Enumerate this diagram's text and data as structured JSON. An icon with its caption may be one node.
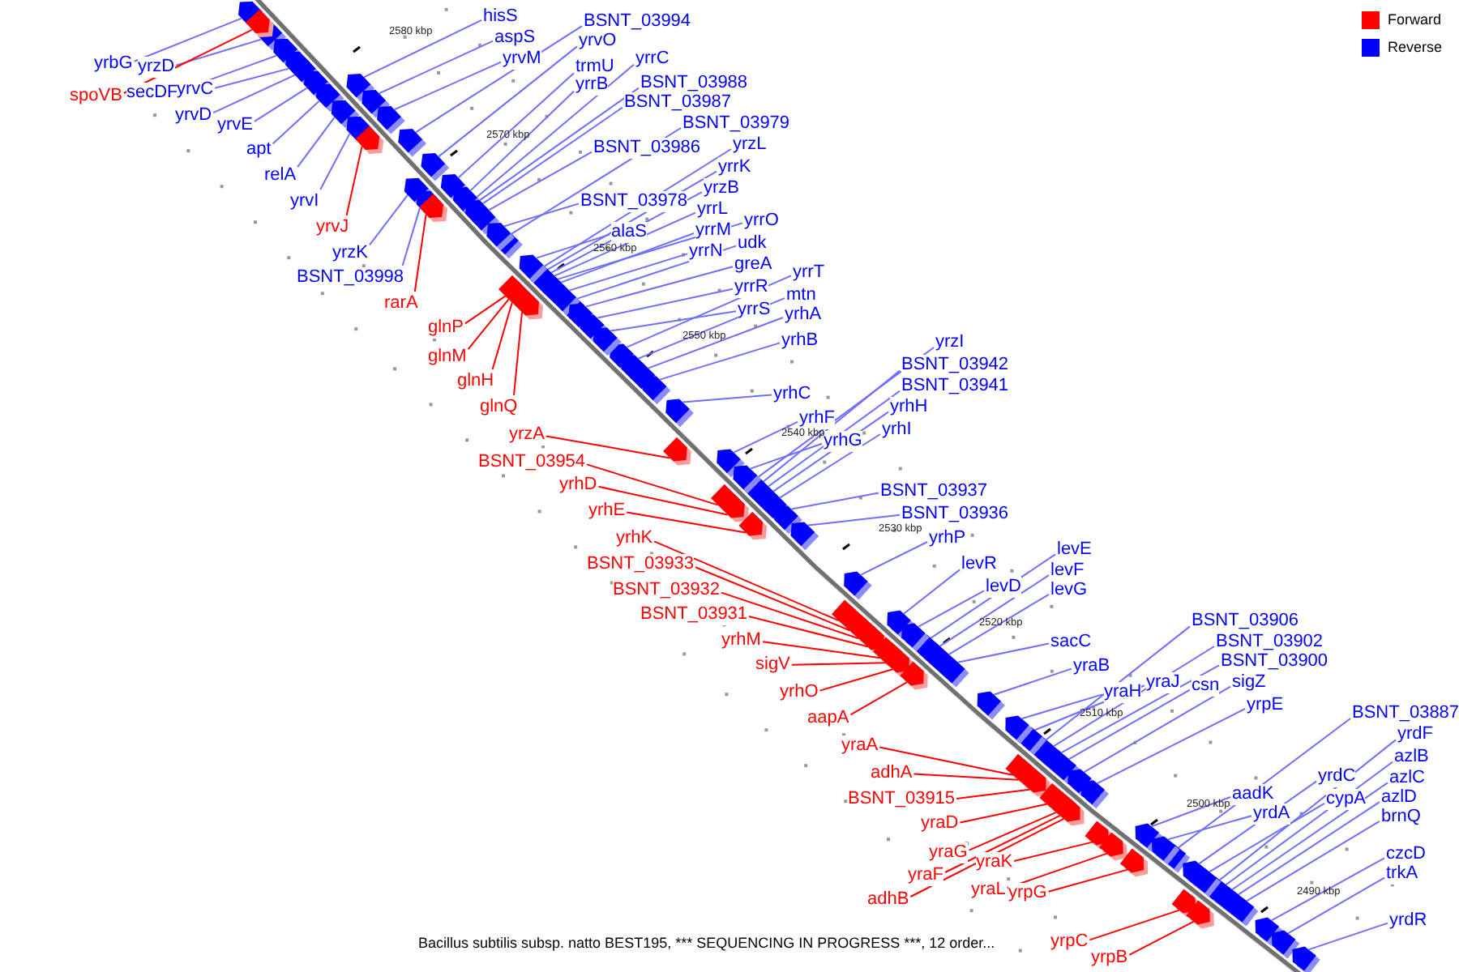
{
  "diagram": {
    "caption": "Bacillus subtilis subsp. natto BEST195, *** SEQUENCING IN PROGRESS ***, 12 order...",
    "nodes": [
      {
        "text": [
          "yrbG"
        ]
      },
      {
        "text": [
          "yrzD"
        ]
      },
      {
        "text": [
          "hisS"
        ]
      },
      {
        "text": [
          "BSNT_03994"
        ]
      },
      {
        "text": [
          "aspS"
        ]
      },
      {
        "text": [
          "yrvO"
        ]
      },
      {
        "text": [
          "yrvM"
        ]
      },
      {
        "text": [
          "yrrC"
        ]
      },
      {
        "text": [
          "trmU"
        ]
      },
      {
        "text": [
          "spoVB"
        ]
      },
      {
        "text": [
          "secDF"
        ]
      },
      {
        "text": [
          "yrvC"
        ]
      },
      {
        "text": [
          "BSNT_03988"
        ]
      },
      {
        "text": [
          "yrrB"
        ]
      },
      {
        "text": [
          "BSNT_03987"
        ]
      },
      {
        "text": [
          "yrvD"
        ]
      },
      {
        "text": [
          "BSNT_03979"
        ]
      },
      {
        "text": [
          "yrvE"
        ]
      },
      {
        "text": [
          "yrzL"
        ]
      },
      {
        "text": [
          "BSNT_03986"
        ]
      },
      {
        "text": [
          "apt"
        ]
      },
      {
        "text": [
          "yrrK"
        ]
      },
      {
        "text": [
          "relA"
        ]
      },
      {
        "text": [
          "yrzB"
        ]
      },
      {
        "text": [
          "BSNT_03978"
        ]
      },
      {
        "text": [
          "yrvI"
        ]
      },
      {
        "text": [
          "yrrL"
        ]
      },
      {
        "text": [
          "yrrO"
        ]
      },
      {
        "text": [
          "yrvJ"
        ]
      },
      {
        "text": [
          "yrrM"
        ]
      },
      {
        "text": [
          "alaS"
        ]
      },
      {
        "text": [
          "udk"
        ]
      },
      {
        "text": [
          "yrrN"
        ]
      },
      {
        "text": [
          "yrzK"
        ]
      },
      {
        "text": [
          "greA"
        ]
      },
      {
        "text": [
          "yrrT"
        ]
      },
      {
        "text": [
          "BSNT_03998"
        ]
      },
      {
        "text": [
          "yrrR"
        ]
      },
      {
        "text": [
          "mtn"
        ]
      },
      {
        "text": [
          "rarA"
        ]
      },
      {
        "text": [
          "yrrS"
        ]
      },
      {
        "text": [
          "yrhA"
        ]
      },
      {
        "text": [
          "glnP"
        ]
      },
      {
        "text": [
          "yrhB"
        ]
      },
      {
        "text": [
          "yrzI"
        ]
      },
      {
        "text": [
          "glnM"
        ]
      },
      {
        "text": [
          "BSNT_03942"
        ]
      },
      {
        "text": [
          "glnH"
        ]
      },
      {
        "text": [
          "BSNT_03941"
        ]
      },
      {
        "text": [
          "yrhC"
        ]
      },
      {
        "text": [
          "yrhH"
        ]
      },
      {
        "text": [
          "glnQ"
        ]
      },
      {
        "text": [
          "yrhF"
        ]
      },
      {
        "text": [
          "yrhI"
        ]
      },
      {
        "text": [
          "yrzA"
        ]
      },
      {
        "text": [
          "yrhG"
        ]
      },
      {
        "text": [
          "BSNT_03954"
        ]
      },
      {
        "text": [
          "yrhD"
        ]
      },
      {
        "text": [
          "BSNT_03937"
        ]
      },
      {
        "text": [
          "yrhE"
        ]
      },
      {
        "text": [
          "BSNT_03936"
        ]
      },
      {
        "text": [
          "yrhK"
        ]
      },
      {
        "text": [
          "yrhP"
        ]
      },
      {
        "text": [
          "levE"
        ]
      },
      {
        "text": [
          "BSNT_03933"
        ]
      },
      {
        "text": [
          "levR"
        ]
      },
      {
        "text": [
          "levF"
        ]
      },
      {
        "text": [
          "levD"
        ]
      },
      {
        "text": [
          "BSNT_03932"
        ]
      },
      {
        "text": [
          "levG"
        ]
      },
      {
        "text": [
          "BSNT_03931"
        ]
      },
      {
        "text": [
          "BSNT_03906"
        ]
      },
      {
        "text": [
          "yrhM"
        ]
      },
      {
        "text": [
          "sacC"
        ]
      },
      {
        "text": [
          "BSNT_03902"
        ]
      },
      {
        "text": [
          "BSNT_03900"
        ]
      },
      {
        "text": [
          "sigV"
        ]
      },
      {
        "text": [
          "yraB"
        ]
      },
      {
        "text": [
          "csn"
        ]
      },
      {
        "text": [
          "yraJ"
        ]
      },
      {
        "text": [
          "sigZ"
        ]
      },
      {
        "text": [
          "yraH"
        ]
      },
      {
        "text": [
          "yrhO"
        ]
      },
      {
        "text": [
          "yrpE"
        ]
      },
      {
        "text": [
          "BSNT_03887"
        ]
      },
      {
        "text": [
          "aapA"
        ]
      },
      {
        "text": [
          "yrdF"
        ]
      },
      {
        "text": [
          "yraA"
        ]
      },
      {
        "text": [
          "azlB"
        ]
      },
      {
        "text": [
          "adhA"
        ]
      },
      {
        "text": [
          "yrdC"
        ]
      },
      {
        "text": [
          "azlC"
        ]
      },
      {
        "text": [
          "aadK"
        ]
      },
      {
        "text": [
          "BSNT_03915"
        ]
      },
      {
        "text": [
          "cypA"
        ]
      },
      {
        "text": [
          "azlD"
        ]
      },
      {
        "text": [
          "yrdA"
        ]
      },
      {
        "text": [
          "brnQ"
        ]
      },
      {
        "text": [
          "yraD"
        ]
      },
      {
        "text": [
          "yraG"
        ]
      },
      {
        "text": [
          "czcD"
        ]
      },
      {
        "text": [
          "yraK"
        ]
      },
      {
        "text": [
          "trkA"
        ]
      },
      {
        "text": [
          "yraF"
        ]
      },
      {
        "text": [
          "yraL"
        ]
      },
      {
        "text": [
          "yrpG"
        ]
      },
      {
        "text": [
          "adhB"
        ]
      },
      {
        "text": [
          "yrdR"
        ]
      },
      {
        "text": [
          "yrpC"
        ]
      },
      {
        "text": [
          "yrpB"
        ]
      },
      {
        "text": [],
        "shape": "arrow"
      },
      {
        "text": [],
        "shape": "arrow"
      },
      {
        "text": [],
        "shape": "arrow"
      },
      {
        "text": [],
        "shape": "arrow"
      },
      {
        "text": [],
        "shape": "arrow"
      },
      {
        "text": [],
        "shape": "arrow"
      },
      {
        "text": [],
        "shape": "arrow"
      },
      {
        "text": [],
        "shape": "arrow"
      },
      {
        "text": [],
        "shape": "arrow"
      },
      {
        "text": [],
        "shape": "arrow"
      },
      {
        "text": [],
        "shape": "arrow"
      },
      {
        "text": [],
        "shape": "arrow"
      },
      {
        "text": [],
        "shape": "arrow"
      },
      {
        "text": [],
        "shape": "arrow"
      },
      {
        "text": [],
        "shape": "arrow"
      },
      {
        "text": [],
        "shape": "arrow"
      },
      {
        "text": [],
        "shape": "arrow"
      },
      {
        "text": [],
        "shape": "arrow"
      },
      {
        "text": [],
        "shape": "arrow"
      },
      {
        "text": [],
        "shape": "arrow"
      },
      {
        "text": [],
        "shape": "arrow"
      },
      {
        "text": [],
        "shape": "arrow"
      },
      {
        "text": [],
        "shape": "arrow"
      },
      {
        "text": [],
        "shape": "arrow"
      },
      {
        "text": [],
        "shape": "arrow"
      },
      {
        "text": [],
        "shape": "arrow"
      },
      {
        "text": [],
        "shape": "arrow"
      },
      {
        "text": [],
        "shape": "arrow"
      },
      {
        "text": [],
        "shape": "arrow"
      },
      {
        "text": [],
        "shape": "arrow"
      },
      {
        "text": [],
        "shape": "arrow"
      },
      {
        "text": [],
        "shape": "arrow"
      },
      {
        "text": [],
        "shape": "arrow"
      },
      {
        "text": [],
        "shape": "arrow"
      },
      {
        "text": [],
        "shape": "arrow"
      },
      {
        "text": [],
        "shape": "arrow"
      },
      {
        "text": [],
        "shape": "arrow"
      },
      {
        "text": [],
        "shape": "arrow"
      },
      {
        "text": [],
        "shape": "arrow"
      },
      {
        "text": [],
        "shape": "arrow"
      },
      {
        "text": [],
        "shape": "arrow"
      },
      {
        "text": [],
        "shape": "arrow"
      },
      {
        "text": [],
        "shape": "arrow"
      },
      {
        "text": [],
        "shape": "arrow"
      },
      {
        "text": [],
        "shape": "arrow"
      },
      {
        "text": [],
        "shape": "arrow"
      },
      {
        "text": [],
        "shape": "arrow"
      },
      {
        "text": [],
        "shape": "arrow"
      },
      {
        "text": [],
        "shape": "arrow"
      },
      {
        "text": [],
        "shape": "arrow"
      },
      {
        "text": [],
        "shape": "arrow"
      },
      {
        "text": [],
        "shape": "arrow"
      },
      {
        "text": [],
        "shape": "arrow"
      },
      {
        "text": [],
        "shape": "arrow"
      },
      {
        "text": [],
        "shape": "arrow"
      },
      {
        "text": [],
        "shape": "arrow"
      },
      {
        "text": [],
        "shape": "arrow"
      },
      {
        "text": [],
        "shape": "arrow"
      },
      {
        "text": [],
        "shape": "arrow"
      },
      {
        "text": [],
        "shape": "arrow"
      },
      {
        "text": [],
        "shape": "arrow"
      },
      {
        "text": [],
        "shape": "arrow"
      },
      {
        "text": [],
        "shape": "arrow"
      },
      {
        "text": [],
        "shape": "arrow"
      },
      {
        "text": [],
        "shape": "arrow"
      },
      {
        "text": [],
        "shape": "arrow"
      },
      {
        "text": [],
        "shape": "arrow"
      },
      {
        "text": [],
        "shape": "arrow"
      },
      {
        "text": [],
        "shape": "arrow"
      },
      {
        "text": [],
        "shape": "arrow"
      },
      {
        "text": [],
        "shape": "arrow"
      },
      {
        "text": [],
        "shape": "arrow"
      },
      {
        "text": [],
        "shape": "arrow"
      },
      {
        "text": [],
        "shape": "arrow"
      },
      {
        "text": [],
        "shape": "arrow"
      },
      {
        "text": [],
        "shape": "arrow"
      },
      {
        "text": [],
        "shape": "arrow"
      },
      {
        "text": [],
        "shape": "arrow"
      },
      {
        "text": [],
        "shape": "arrow"
      },
      {
        "text": [],
        "shape": "arrow"
      },
      {
        "text": [],
        "shape": "arrow"
      },
      {
        "text": [],
        "shape": "arrow"
      },
      {
        "text": [],
        "shape": "arrow"
      },
      {
        "text": [],
        "shape": "arrow"
      },
      {
        "text": [],
        "shape": "arrow"
      },
      {
        "text": [],
        "shape": "arrow"
      },
      {
        "text": [],
        "shape": "arrow"
      },
      {
        "text": [],
        "shape": "arrow"
      },
      {
        "text": [],
        "shape": "arrow"
      },
      {
        "text": [],
        "shape": "arrow"
      },
      {
        "text": [],
        "shape": "arrow"
      },
      {
        "text": [],
        "shape": "arrow"
      },
      {
        "text": [],
        "shape": "arrow"
      },
      {
        "text": [],
        "shape": "arrow"
      },
      {
        "text": [],
        "shape": "arrow"
      },
      {
        "text": [],
        "shape": "arrow"
      },
      {
        "text": [],
        "shape": "arrow"
      },
      {
        "text": [],
        "shape": "arrow"
      },
      {
        "text": [],
        "shape": "arrow"
      },
      {
        "text": [],
        "shape": "arrow"
      },
      {
        "text": [],
        "shape": "arrow"
      },
      {
        "text": [],
        "shape": "arrow"
      },
      {
        "text": [],
        "shape": "arrow"
      },
      {
        "text": [],
        "shape": "arrow"
      },
      {
        "text": [],
        "shape": "arrow"
      },
      {
        "text": [],
        "shape": "arrow"
      },
      {
        "text": [],
        "shape": "arrow"
      },
      {
        "text": [],
        "shape": "arrow"
      },
      {
        "text": [],
        "shape": "arrow"
      },
      {
        "text": [],
        "shape": "arrow"
      }
    ],
    "edges": [
      {
        "from": 0,
        "to": 110,
        "arrow": "none"
      },
      {
        "from": 1,
        "to": 111,
        "arrow": "none"
      },
      {
        "from": 2,
        "to": 112,
        "arrow": "none"
      },
      {
        "from": 3,
        "to": 113,
        "arrow": "none"
      },
      {
        "from": 4,
        "to": 114,
        "arrow": "none"
      },
      {
        "from": 5,
        "to": 115,
        "arrow": "none"
      },
      {
        "from": 6,
        "to": 116,
        "arrow": "none"
      },
      {
        "from": 7,
        "to": 117,
        "arrow": "none"
      },
      {
        "from": 8,
        "to": 118,
        "arrow": "none"
      },
      {
        "from": 9,
        "to": 119,
        "arrow": "none",
        "color": "#ff0000"
      },
      {
        "from": 10,
        "to": 120,
        "arrow": "none"
      },
      {
        "from": 11,
        "to": 121,
        "arrow": "none"
      },
      {
        "from": 12,
        "to": 122,
        "arrow": "none"
      },
      {
        "from": 13,
        "to": 123,
        "arrow": "none"
      },
      {
        "from": 14,
        "to": 124,
        "arrow": "none"
      },
      {
        "from": 15,
        "to": 125,
        "arrow": "none"
      },
      {
        "from": 16,
        "to": 126,
        "arrow": "none"
      },
      {
        "from": 17,
        "to": 127,
        "arrow": "none"
      },
      {
        "from": 18,
        "to": 128,
        "arrow": "none"
      },
      {
        "from": 19,
        "to": 129,
        "arrow": "none"
      },
      {
        "from": 20,
        "to": 130,
        "arrow": "none"
      },
      {
        "from": 21,
        "to": 131,
        "arrow": "none"
      },
      {
        "from": 22,
        "to": 132,
        "arrow": "none"
      },
      {
        "from": 23,
        "to": 133,
        "arrow": "none"
      },
      {
        "from": 24,
        "to": 134,
        "arrow": "none"
      },
      {
        "from": 25,
        "to": 135,
        "arrow": "none"
      },
      {
        "from": 26,
        "to": 136,
        "arrow": "none"
      },
      {
        "from": 27,
        "to": 137,
        "arrow": "none"
      },
      {
        "from": 28,
        "to": 138,
        "arrow": "none",
        "color": "#ff0000"
      },
      {
        "from": 29,
        "to": 139,
        "arrow": "none"
      },
      {
        "from": 30,
        "to": 140,
        "arrow": "none"
      },
      {
        "from": 31,
        "to": 141,
        "arrow": "none"
      },
      {
        "from": 32,
        "to": 142,
        "arrow": "none"
      },
      {
        "from": 33,
        "to": 143,
        "arrow": "none"
      },
      {
        "from": 34,
        "to": 144,
        "arrow": "none"
      },
      {
        "from": 35,
        "to": 145,
        "arrow": "none"
      },
      {
        "from": 36,
        "to": 146,
        "arrow": "none"
      },
      {
        "from": 37,
        "to": 147,
        "arrow": "none"
      },
      {
        "from": 38,
        "to": 148,
        "arrow": "none"
      },
      {
        "from": 39,
        "to": 149,
        "arrow": "none",
        "color": "#ff0000"
      },
      {
        "from": 40,
        "to": 150,
        "arrow": "none"
      },
      {
        "from": 41,
        "to": 151,
        "arrow": "none"
      },
      {
        "from": 42,
        "to": 152,
        "arrow": "none",
        "color": "#ff0000"
      },
      {
        "from": 43,
        "to": 153,
        "arrow": "none"
      },
      {
        "from": 44,
        "to": 154,
        "arrow": "none"
      },
      {
        "from": 45,
        "to": 155,
        "arrow": "none",
        "color": "#ff0000"
      },
      {
        "from": 46,
        "to": 156,
        "arrow": "none"
      },
      {
        "from": 47,
        "to": 157,
        "arrow": "none",
        "color": "#ff0000"
      },
      {
        "from": 48,
        "to": 158,
        "arrow": "none"
      },
      {
        "from": 49,
        "to": 159,
        "arrow": "none"
      },
      {
        "from": 50,
        "to": 160,
        "arrow": "none"
      },
      {
        "from": 51,
        "to": 161,
        "arrow": "none",
        "color": "#ff0000"
      },
      {
        "from": 52,
        "to": 162,
        "arrow": "none"
      },
      {
        "from": 53,
        "to": 163,
        "arrow": "none"
      },
      {
        "from": 54,
        "to": 164,
        "arrow": "none",
        "color": "#ff0000"
      },
      {
        "from": 55,
        "to": 165,
        "arrow": "none"
      },
      {
        "from": 56,
        "to": 166,
        "arrow": "none",
        "color": "#ff0000"
      },
      {
        "from": 57,
        "to": 167,
        "arrow": "none",
        "color": "#ff0000"
      },
      {
        "from": 58,
        "to": 168,
        "arrow": "none"
      },
      {
        "from": 59,
        "to": 169,
        "arrow": "none",
        "color": "#ff0000"
      },
      {
        "from": 60,
        "to": 170,
        "arrow": "none"
      },
      {
        "from": 61,
        "to": 171,
        "arrow": "none",
        "color": "#ff0000"
      },
      {
        "from": 62,
        "to": 172,
        "arrow": "none"
      },
      {
        "from": 63,
        "to": 173,
        "arrow": "none"
      },
      {
        "from": 64,
        "to": 174,
        "arrow": "none",
        "color": "#ff0000"
      },
      {
        "from": 65,
        "to": 175,
        "arrow": "none"
      },
      {
        "from": 66,
        "to": 176,
        "arrow": "none"
      },
      {
        "from": 67,
        "to": 177,
        "arrow": "none"
      },
      {
        "from": 68,
        "to": 178,
        "arrow": "none",
        "color": "#ff0000"
      },
      {
        "from": 69,
        "to": 179,
        "arrow": "none"
      },
      {
        "from": 70,
        "to": 180,
        "arrow": "none",
        "color": "#ff0000"
      },
      {
        "from": 71,
        "to": 181,
        "arrow": "none"
      },
      {
        "from": 72,
        "to": 182,
        "arrow": "none",
        "color": "#ff0000"
      },
      {
        "from": 73,
        "to": 183,
        "arrow": "none"
      },
      {
        "from": 74,
        "to": 184,
        "arrow": "none"
      },
      {
        "from": 75,
        "to": 185,
        "arrow": "none"
      },
      {
        "from": 76,
        "to": 186,
        "arrow": "none",
        "color": "#ff0000"
      },
      {
        "from": 77,
        "to": 187,
        "arrow": "none"
      },
      {
        "from": 78,
        "to": 188,
        "arrow": "none"
      },
      {
        "from": 79,
        "to": 189,
        "arrow": "none"
      },
      {
        "from": 80,
        "to": 190,
        "arrow": "none"
      },
      {
        "from": 81,
        "to": 191,
        "arrow": "none"
      },
      {
        "from": 82,
        "to": 192,
        "arrow": "none",
        "color": "#ff0000"
      },
      {
        "from": 83,
        "to": 193,
        "arrow": "none"
      },
      {
        "from": 84,
        "to": 194,
        "arrow": "none"
      },
      {
        "from": 85,
        "to": 195,
        "arrow": "none",
        "color": "#ff0000"
      },
      {
        "from": 86,
        "to": 196,
        "arrow": "none"
      },
      {
        "from": 87,
        "to": 197,
        "arrow": "none",
        "color": "#ff0000"
      },
      {
        "from": 88,
        "to": 198,
        "arrow": "none"
      },
      {
        "from": 89,
        "to": 199,
        "arrow": "none",
        "color": "#ff0000"
      },
      {
        "from": 90,
        "to": 200,
        "arrow": "none"
      },
      {
        "from": 91,
        "to": 201,
        "arrow": "none"
      },
      {
        "from": 92,
        "to": 202,
        "arrow": "none"
      },
      {
        "from": 93,
        "to": 203,
        "arrow": "none",
        "color": "#ff0000"
      },
      {
        "from": 94,
        "to": 204,
        "arrow": "none"
      },
      {
        "from": 95,
        "to": 205,
        "arrow": "none"
      },
      {
        "from": 96,
        "to": 206,
        "arrow": "none"
      },
      {
        "from": 97,
        "to": 207,
        "arrow": "none"
      },
      {
        "from": 98,
        "to": 208,
        "arrow": "none",
        "color": "#ff0000"
      },
      {
        "from": 99,
        "to": 209,
        "arrow": "none",
        "color": "#ff0000"
      },
      {
        "from": 100,
        "to": 210,
        "arrow": "none"
      },
      {
        "from": 101,
        "to": 211,
        "arrow": "none",
        "color": "#ff0000"
      },
      {
        "from": 102,
        "to": 212,
        "arrow": "none"
      },
      {
        "from": 103,
        "to": 213,
        "arrow": "none",
        "color": "#ff0000"
      },
      {
        "from": 104,
        "to": 214,
        "arrow": "none",
        "color": "#ff0000"
      },
      {
        "from": 105,
        "to": 215,
        "arrow": "none",
        "color": "#ff0000"
      },
      {
        "from": 106,
        "to": 216,
        "arrow": "none",
        "color": "#ff0000"
      },
      {
        "from": 107,
        "to": 217,
        "arrow": "none"
      },
      {
        "from": 108,
        "to": 218,
        "arrow": "none",
        "color": "#ff0000"
      },
      {
        "from": 109,
        "to": 219,
        "arrow": "none",
        "color": "#ff0000"
      }
    ],
    "labels": [
      "2580 kbp",
      "2570 kbp",
      "2560 kbp",
      "2550 kbp",
      "2540 kbp",
      "2530 kbp",
      "2520 kbp",
      "2510 kbp",
      "2500 kbp",
      "2490 kbp"
    ],
    "legend": [
      {
        "text": "Forward",
        "color": "#ff0000"
      },
      {
        "text": "Reverse",
        "color": "#0000ff"
      }
    ]
  }
}
